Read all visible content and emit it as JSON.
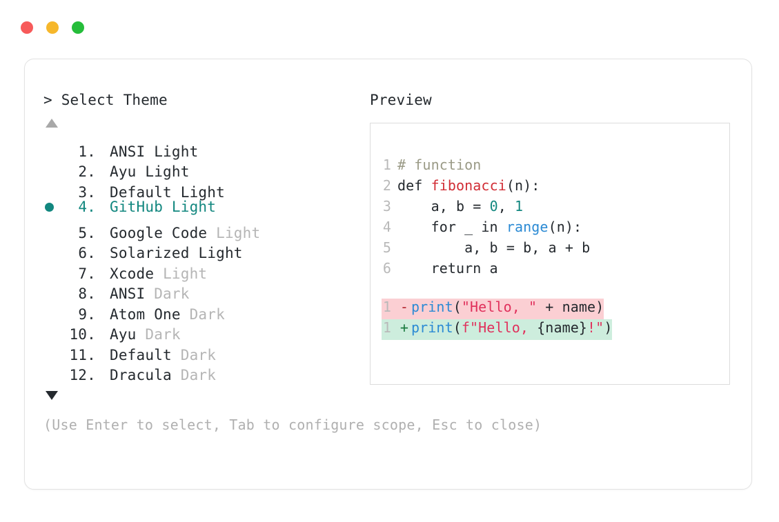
{
  "window": {
    "traffic_lights": [
      {
        "name": "close-dot",
        "color": "#f75a5a"
      },
      {
        "name": "minimize-dot",
        "color": "#f6b72b"
      },
      {
        "name": "maximize-dot",
        "color": "#25bd3a"
      }
    ]
  },
  "left_panel": {
    "prompt_caret": ">",
    "prompt_label": "Select Theme",
    "scroll_up_icon": "triangle-up-icon",
    "scroll_down_icon": "triangle-down-icon",
    "selected_index": 4,
    "selection_color": "#12877f",
    "items": [
      {
        "num": "1.",
        "name": "ANSI",
        "suffix": "Light",
        "suffix_muted": false,
        "selected": false
      },
      {
        "num": "2.",
        "name": "Ayu",
        "suffix": "Light",
        "suffix_muted": false,
        "selected": false
      },
      {
        "num": "3.",
        "name": "Default",
        "suffix": "Light",
        "suffix_muted": false,
        "selected": false
      },
      {
        "num": "4.",
        "name": "GitHub",
        "suffix": "Light",
        "suffix_muted": false,
        "selected": true
      },
      {
        "num": "5.",
        "name": "Google Code",
        "suffix": "Light",
        "suffix_muted": true,
        "selected": false
      },
      {
        "num": "6.",
        "name": "Solarized",
        "suffix": "Light",
        "suffix_muted": false,
        "selected": false
      },
      {
        "num": "7.",
        "name": "Xcode",
        "suffix": "Light",
        "suffix_muted": true,
        "selected": false
      },
      {
        "num": "8.",
        "name": "ANSI",
        "suffix": "Dark",
        "suffix_muted": true,
        "selected": false
      },
      {
        "num": "9.",
        "name": "Atom One",
        "suffix": "Dark",
        "suffix_muted": true,
        "selected": false
      },
      {
        "num": "10.",
        "name": "Ayu",
        "suffix": "Dark",
        "suffix_muted": true,
        "selected": false
      },
      {
        "num": "11.",
        "name": "Default",
        "suffix": "Dark",
        "suffix_muted": true,
        "selected": false
      },
      {
        "num": "12.",
        "name": "Dracula",
        "suffix": "Dark",
        "suffix_muted": true,
        "selected": false
      }
    ],
    "hint": "(Use Enter to select, Tab to configure scope, Esc to close)"
  },
  "right_panel": {
    "title": "Preview",
    "code_lines": [
      {
        "ln": "1",
        "tokens": [
          {
            "t": "# function",
            "c": "comment"
          }
        ]
      },
      {
        "ln": "2",
        "tokens": [
          {
            "t": "def ",
            "c": "keyword"
          },
          {
            "t": "fibonacci",
            "c": "func-def"
          },
          {
            "t": "(n):",
            "c": "plain"
          }
        ]
      },
      {
        "ln": "3",
        "tokens": [
          {
            "t": "    a, b = ",
            "c": "plain"
          },
          {
            "t": "0",
            "c": "number"
          },
          {
            "t": ", ",
            "c": "plain"
          },
          {
            "t": "1",
            "c": "number"
          }
        ]
      },
      {
        "ln": "4",
        "tokens": [
          {
            "t": "    for _ in ",
            "c": "plain"
          },
          {
            "t": "range",
            "c": "builtin"
          },
          {
            "t": "(n):",
            "c": "plain"
          }
        ]
      },
      {
        "ln": "5",
        "tokens": [
          {
            "t": "        a, b = b, a + b",
            "c": "plain"
          }
        ]
      },
      {
        "ln": "6",
        "tokens": [
          {
            "t": "    return a",
            "c": "plain"
          }
        ]
      }
    ],
    "diff_lines": [
      {
        "ln": "1",
        "marker": "-",
        "kind": "del",
        "bg": "#fbcfd3",
        "tokens": [
          {
            "t": "print",
            "c": "builtin"
          },
          {
            "t": "(",
            "c": "plain"
          },
          {
            "t": "\"Hello, \"",
            "c": "string"
          },
          {
            "t": " + name)",
            "c": "plain"
          }
        ]
      },
      {
        "ln": "1",
        "marker": "+",
        "kind": "add",
        "bg": "#cdeddd",
        "tokens": [
          {
            "t": "print",
            "c": "builtin"
          },
          {
            "t": "(",
            "c": "plain"
          },
          {
            "t": "f\"Hello, ",
            "c": "string"
          },
          {
            "t": "{name}",
            "c": "plain"
          },
          {
            "t": "!\"",
            "c": "string"
          },
          {
            "t": ")",
            "c": "plain"
          }
        ]
      }
    ]
  }
}
